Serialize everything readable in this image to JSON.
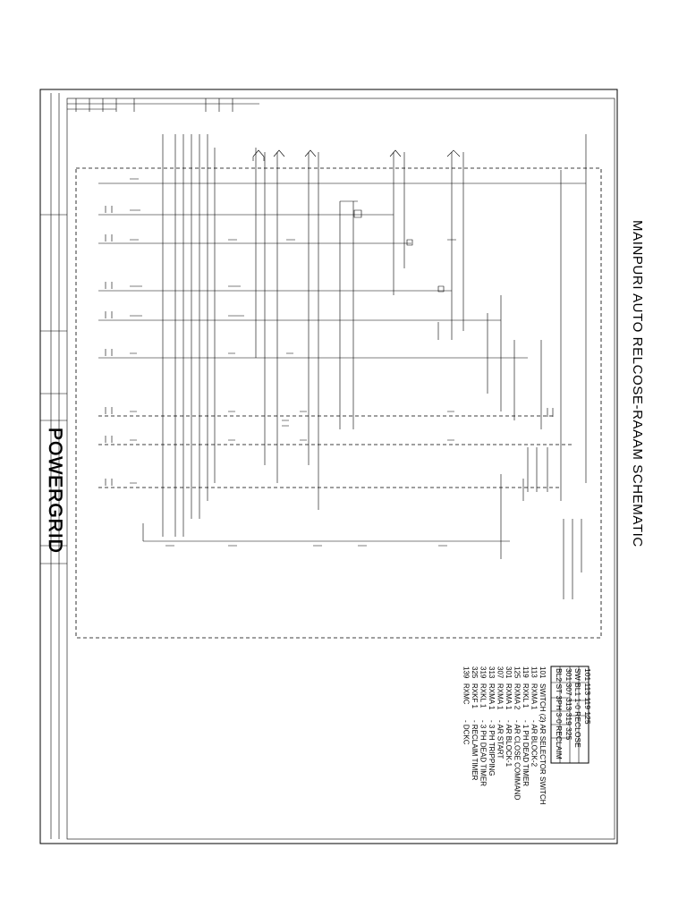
{
  "title_block": {
    "drawing_title": "MAINPURI AUTO RELCOSE-RAAAM SCHEMATIC",
    "company": "POWERGRID"
  },
  "legend_table": {
    "rows": [
      [
        "101",
        "113",
        "119",
        "125"
      ],
      [
        "SW",
        "BL1",
        "1-0",
        "RECLOSE"
      ],
      [
        "301",
        "307",
        "313",
        "319",
        "325"
      ],
      [
        "BL2",
        "ST",
        "3PH",
        "3-0",
        "RECLAIM"
      ]
    ]
  },
  "device_list": [
    {
      "code": "101",
      "device": "SWITCH (2)",
      "desc": "- AR SELECTOR SWITCH"
    },
    {
      "code": "113",
      "device": "RXMA 1",
      "desc": "- AR BLOCK-2"
    },
    {
      "code": "119",
      "device": "RXKL 1",
      "desc": "- 1 PH DEAD TIMER"
    },
    {
      "code": "125",
      "device": "RXMA 2",
      "desc": "- AR CLOSE COMMAND"
    },
    {
      "code": "301",
      "device": "RXMA 1",
      "desc": "- AR BLOCK-1"
    },
    {
      "code": "307",
      "device": "RXMA 1",
      "desc": "- AR START"
    },
    {
      "code": "313",
      "device": "RXMA 1",
      "desc": "- 3 PH TRIPPING"
    },
    {
      "code": "319",
      "device": "RXKL 1",
      "desc": "- 3 PH DEAD TIMER"
    },
    {
      "code": "325",
      "device": "RXKF 1",
      "desc": "- RECLAIM TIMER"
    },
    {
      "code": "139",
      "device": "RXMC",
      "desc": "- DCKC"
    }
  ]
}
